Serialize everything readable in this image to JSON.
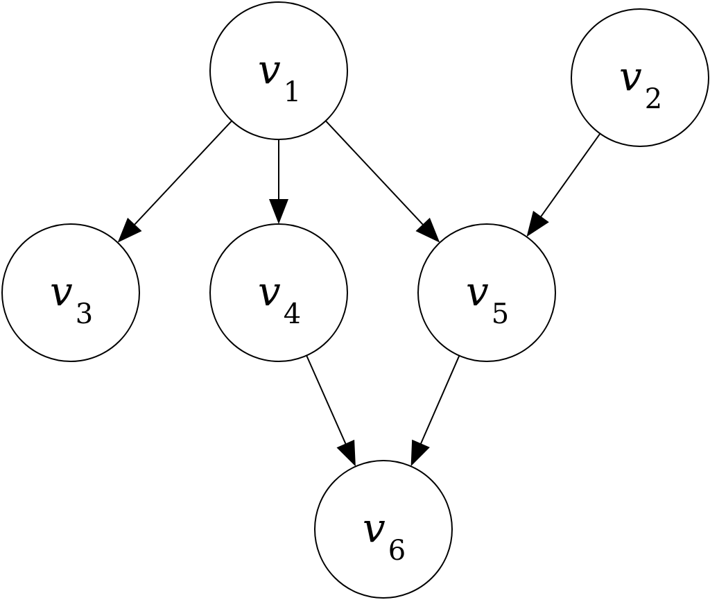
{
  "colors": {
    "stroke": "#000000",
    "fill": "#ffffff",
    "text": "#000000"
  },
  "nodes": [
    {
      "id": "v1",
      "var": "v",
      "sub": "1"
    },
    {
      "id": "v2",
      "var": "v",
      "sub": "2"
    },
    {
      "id": "v3",
      "var": "v",
      "sub": "3"
    },
    {
      "id": "v4",
      "var": "v",
      "sub": "4"
    },
    {
      "id": "v5",
      "var": "v",
      "sub": "5"
    },
    {
      "id": "v6",
      "var": "v",
      "sub": "6"
    }
  ],
  "edges": [
    {
      "from": "v1",
      "to": "v3"
    },
    {
      "from": "v1",
      "to": "v4"
    },
    {
      "from": "v1",
      "to": "v5"
    },
    {
      "from": "v2",
      "to": "v5"
    },
    {
      "from": "v4",
      "to": "v6"
    },
    {
      "from": "v5",
      "to": "v6"
    }
  ]
}
